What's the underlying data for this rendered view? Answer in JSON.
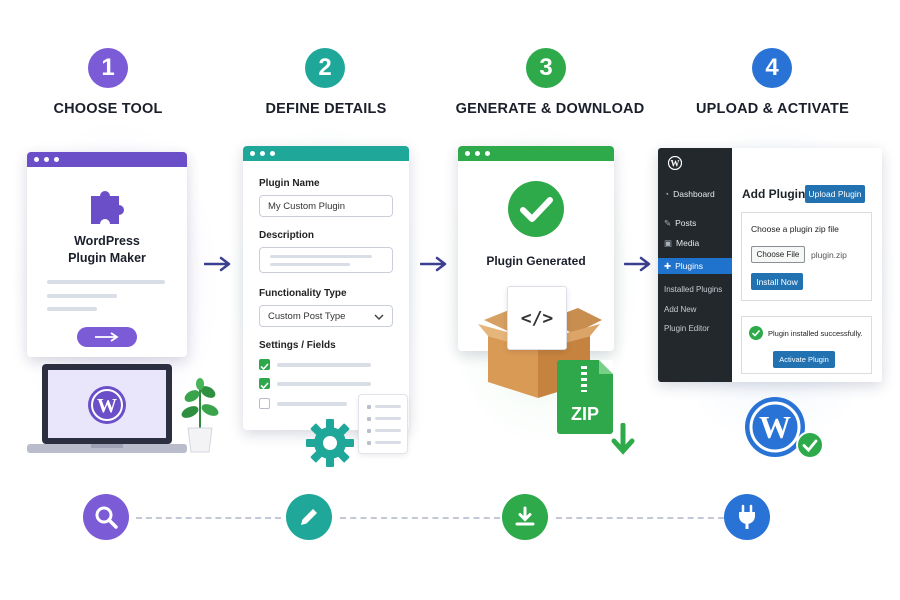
{
  "colors": {
    "purple": "#7b5cd6",
    "teal": "#1fa89a",
    "green": "#2eaa4a",
    "blue": "#2a73d6",
    "wp_dark": "#23282d",
    "wp_blue": "#2271b1"
  },
  "steps": [
    {
      "number": "1",
      "title": "CHOOSE TOOL"
    },
    {
      "number": "2",
      "title": "DEFINE DETAILS"
    },
    {
      "number": "3",
      "title": "GENERATE & DOWNLOAD"
    },
    {
      "number": "4",
      "title": "UPLOAD & ACTIVATE"
    }
  ],
  "step1": {
    "app_name_line1": "WordPress",
    "app_name_line2": "Plugin Maker",
    "icons": [
      "puzzle-icon",
      "arrow-right-icon",
      "laptop-icon",
      "wordpress-logo",
      "plant-icon"
    ]
  },
  "step2": {
    "plugin_name_label": "Plugin Name",
    "plugin_name_value": "My Custom Plugin",
    "description_label": "Description",
    "functionality_label": "Functionality Type",
    "functionality_value": "Custom Post Type",
    "settings_label": "Settings / Fields",
    "fields_checked": [
      true,
      true,
      false
    ]
  },
  "step3": {
    "status_text": "Plugin Generated",
    "zip_label": "ZIP",
    "code_symbol": "</>"
  },
  "step4": {
    "sidebar": {
      "dashboard": "Dashboard",
      "posts": "Posts",
      "media": "Media",
      "plugins": "Plugins",
      "installed_plugins": "Installed Plugins",
      "add_new": "Add New",
      "plugin_editor": "Plugin Editor"
    },
    "page_title": "Add Plugins",
    "upload_button": "Upload Plugin",
    "choose_file_prompt": "Choose a plugin zip file",
    "choose_file_button": "Choose File",
    "file_name": "plugin.zip",
    "install_button": "Install Now",
    "success_message": "Plugin installed successfully.",
    "activate_button": "Activate Plugin"
  },
  "bottom_icons": [
    "search-icon",
    "pencil-icon",
    "download-icon",
    "plug-icon"
  ]
}
